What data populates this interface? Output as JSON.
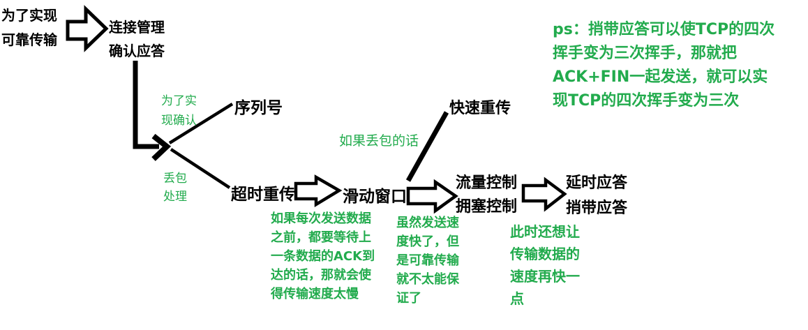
{
  "colors": {
    "background": "#ffffff",
    "text_black": "#000000",
    "annotation_green": "#22ab4d"
  },
  "nodes": {
    "goal": {
      "line1": "为了实现",
      "line2": "可靠传输"
    },
    "connection_mgmt": {
      "line1": "连接管理",
      "line2": "确认应答"
    },
    "sequence_number": {
      "label": "序列号"
    },
    "timeout_retransmit": {
      "label": "超时重传"
    },
    "sliding_window": {
      "label": "滑动窗口"
    },
    "fast_retransmit": {
      "label": "快速重传"
    },
    "flow_congestion": {
      "line1": "流量控制",
      "line2": "拥塞控制"
    },
    "delayed_piggyback": {
      "line1": "延时应答",
      "line2": "捎带应答"
    }
  },
  "edge_labels": {
    "for_confirmation": {
      "line1": "为了实",
      "line2": "现确认"
    },
    "packet_loss_handling": {
      "line1": "丢包",
      "line2": "处理"
    },
    "if_packet_lost": {
      "label": "如果丢包的话"
    }
  },
  "notes": {
    "timeout_drawback": {
      "lines": [
        "如果每次发送数据",
        "之前，都要等待上",
        "一条数据的ACK到",
        "达的话，那就会使",
        "得传输速度太慢"
      ]
    },
    "window_drawback": {
      "lines": [
        "虽然发送速",
        "度快了，但",
        "是可靠传输",
        "就不太能保",
        "证了"
      ]
    },
    "speed_wish": {
      "lines": [
        "此时还想让",
        "传输数据的",
        "速度再快一",
        "点"
      ]
    },
    "ps": {
      "lines": [
        "ps：捎带应答可以使TCP的四次",
        "挥手变为三次挥手，那就把",
        "ACK+FIN一起发送，就可以实",
        "现TCP的四次挥手变为三次"
      ]
    }
  }
}
